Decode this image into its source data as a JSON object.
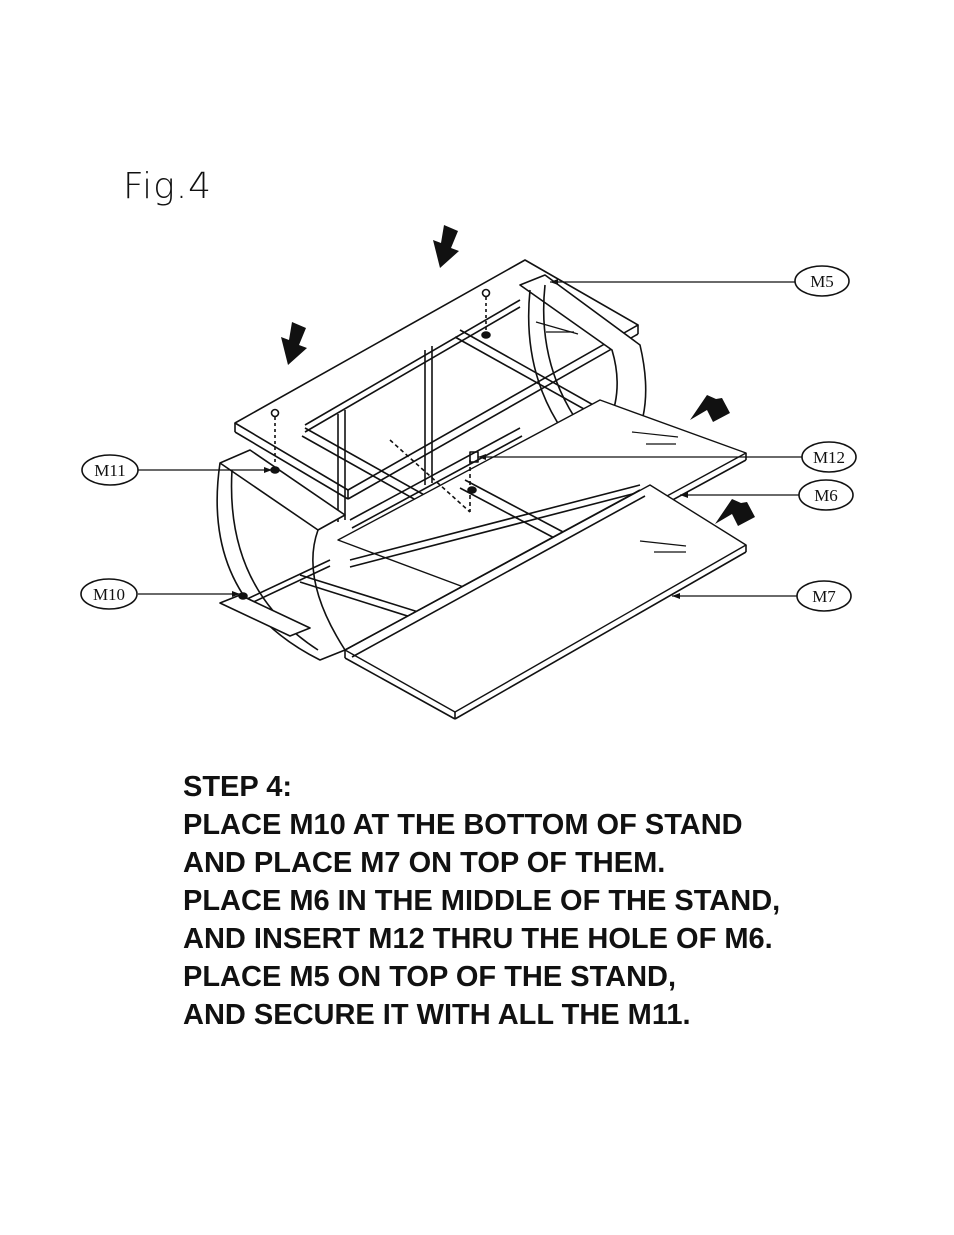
{
  "figure": {
    "title": "Fig.4",
    "labels": [
      {
        "id": "m5",
        "text": "M5"
      },
      {
        "id": "m11",
        "text": "M11"
      },
      {
        "id": "m12",
        "text": "M12"
      },
      {
        "id": "m6",
        "text": "M6"
      },
      {
        "id": "m10",
        "text": "M10"
      },
      {
        "id": "m7",
        "text": "M7"
      }
    ]
  },
  "instructions": {
    "heading": "STEP 4:",
    "lines": [
      "PLACE M10 AT THE BOTTOM OF STAND",
      "AND PLACE M7 ON TOP OF THEM.",
      "PLACE M6 IN THE MIDDLE OF THE STAND,",
      "AND INSERT M12 THRU THE HOLE OF M6.",
      "PLACE M5 ON TOP OF THE STAND,",
      "AND SECURE IT WITH ALL THE M11."
    ]
  }
}
